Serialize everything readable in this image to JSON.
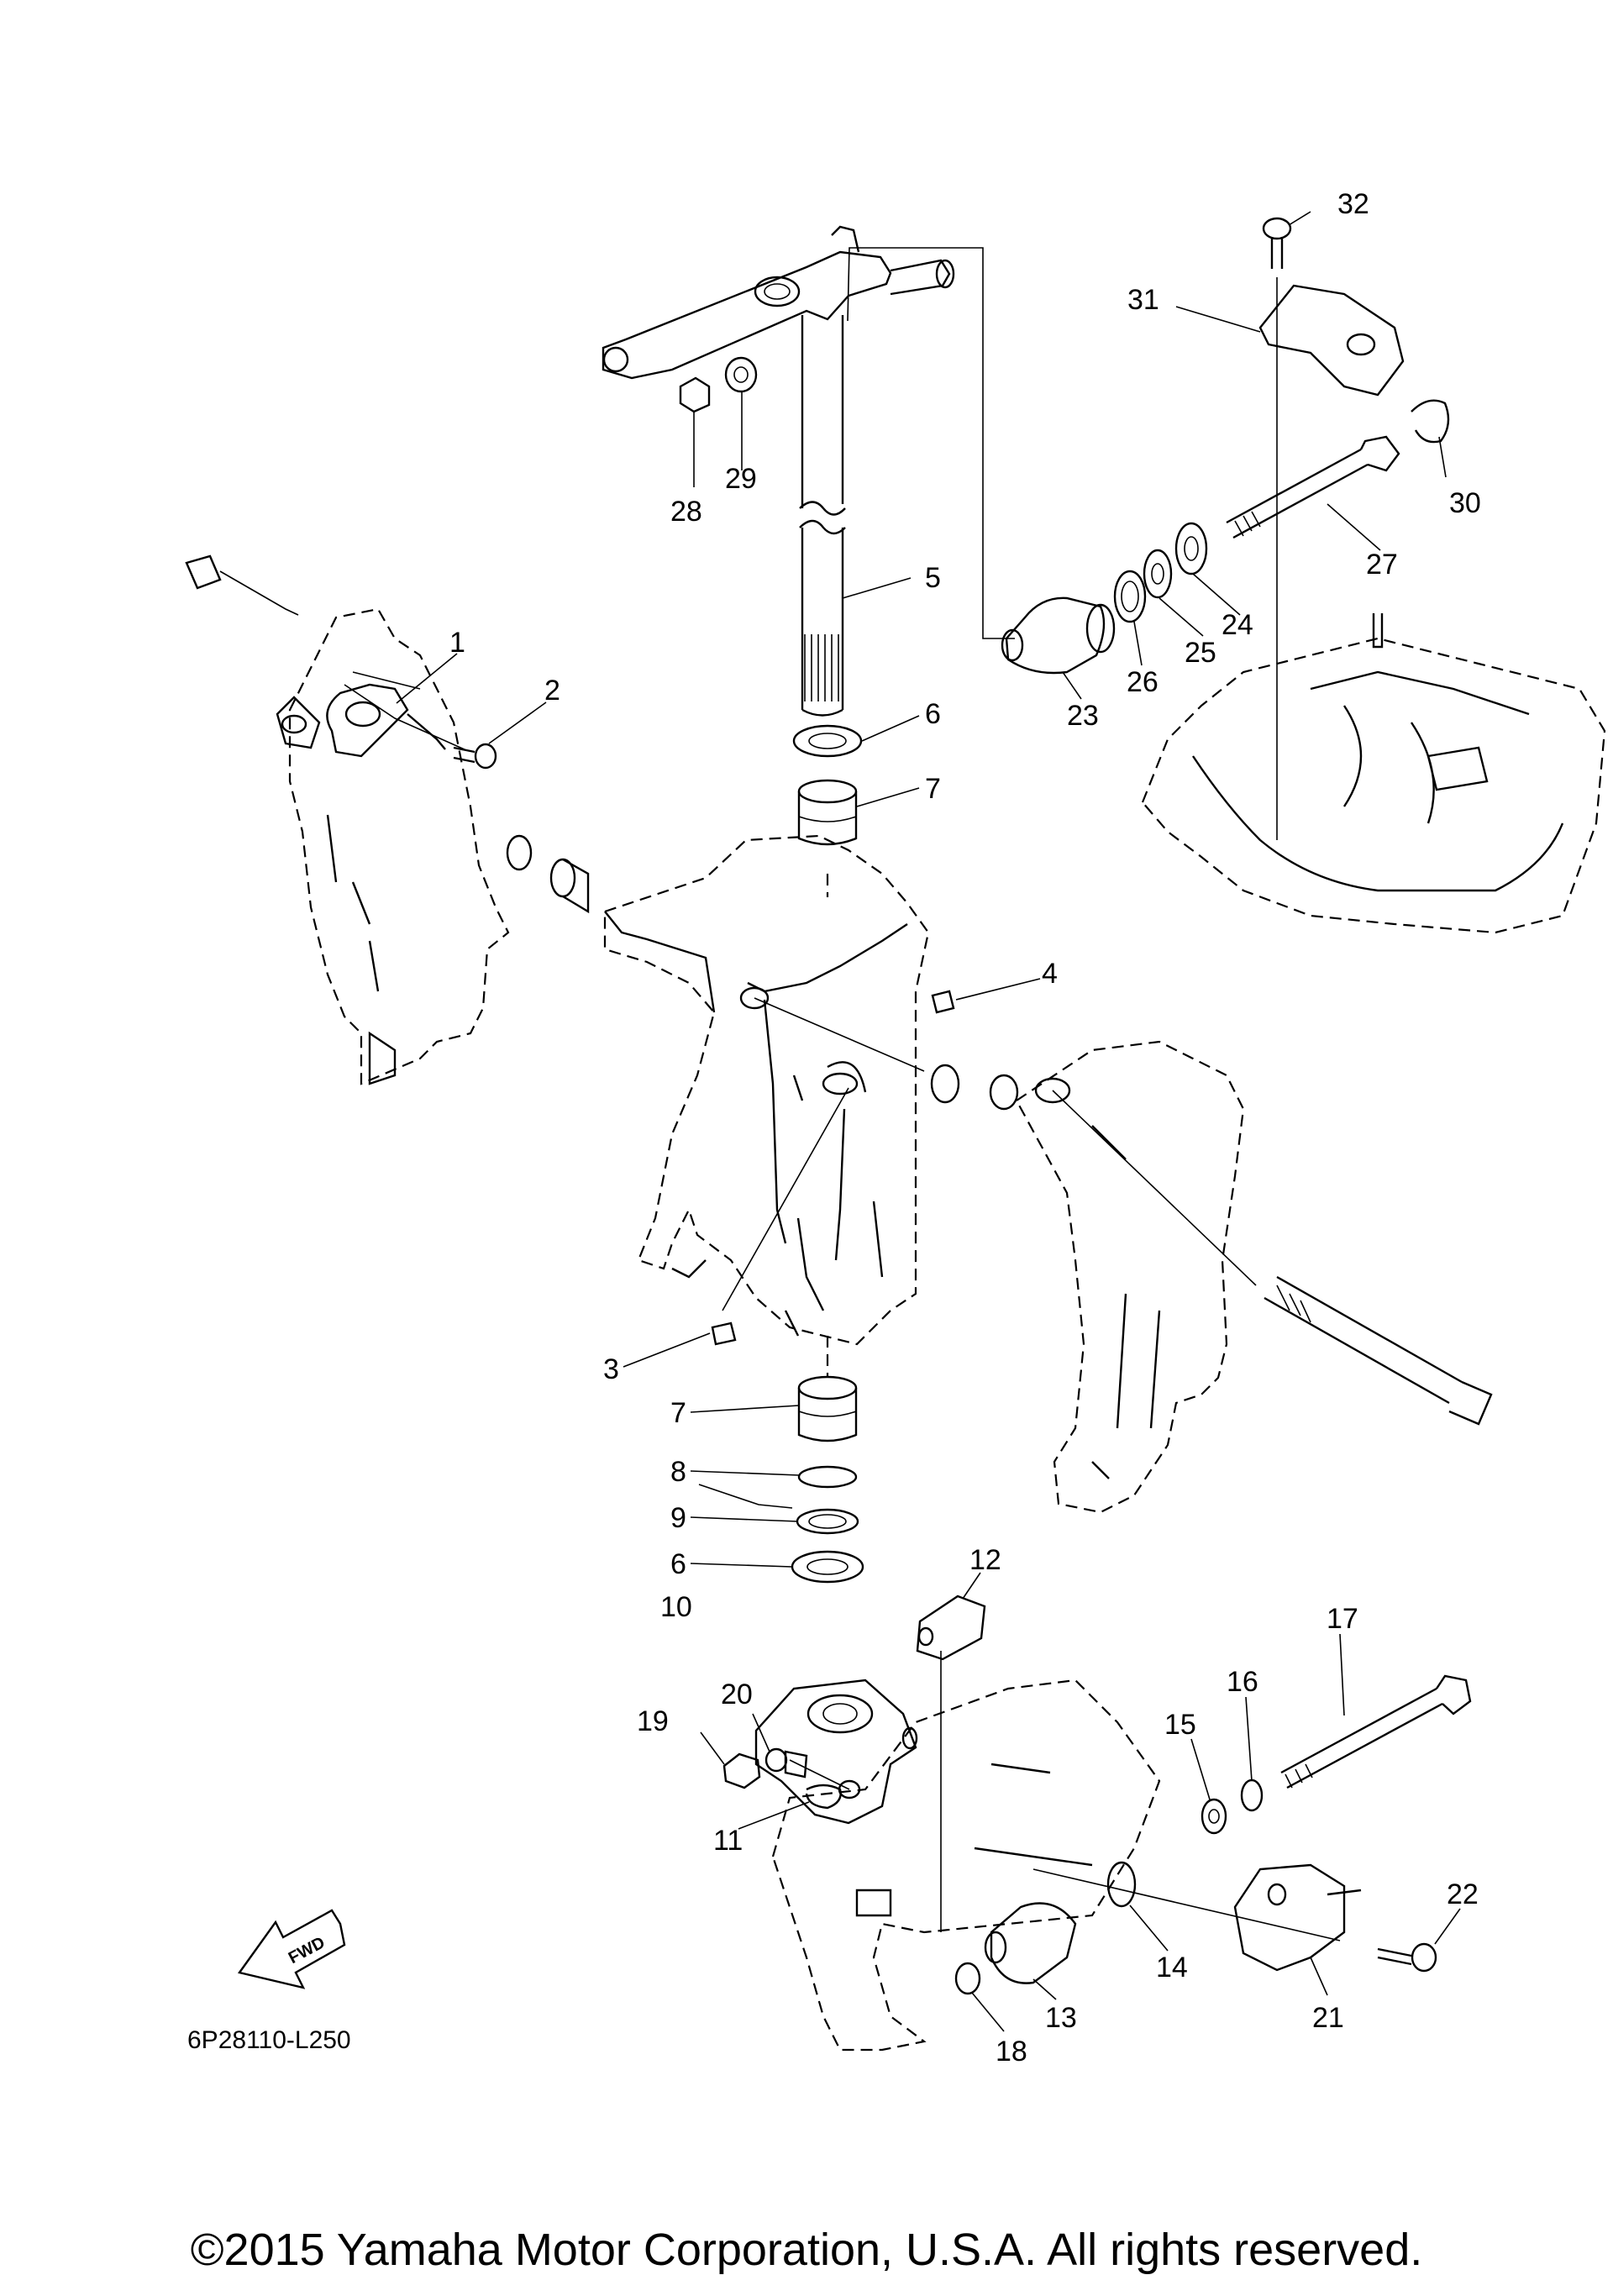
{
  "callouts": [
    {
      "id": "1",
      "text": "1"
    },
    {
      "id": "2",
      "text": "2"
    },
    {
      "id": "3",
      "text": "3"
    },
    {
      "id": "4",
      "text": "4"
    },
    {
      "id": "5",
      "text": "5"
    },
    {
      "id": "6a",
      "text": "6"
    },
    {
      "id": "6b",
      "text": "6"
    },
    {
      "id": "7a",
      "text": "7"
    },
    {
      "id": "7b",
      "text": "7"
    },
    {
      "id": "8",
      "text": "8"
    },
    {
      "id": "9",
      "text": "9"
    },
    {
      "id": "10",
      "text": "10"
    },
    {
      "id": "11",
      "text": "11"
    },
    {
      "id": "12",
      "text": "12"
    },
    {
      "id": "13",
      "text": "13"
    },
    {
      "id": "14",
      "text": "14"
    },
    {
      "id": "15",
      "text": "15"
    },
    {
      "id": "16",
      "text": "16"
    },
    {
      "id": "17",
      "text": "17"
    },
    {
      "id": "18",
      "text": "18"
    },
    {
      "id": "19",
      "text": "19"
    },
    {
      "id": "20",
      "text": "20"
    },
    {
      "id": "21",
      "text": "21"
    },
    {
      "id": "22",
      "text": "22"
    },
    {
      "id": "23",
      "text": "23"
    },
    {
      "id": "24",
      "text": "24"
    },
    {
      "id": "25",
      "text": "25"
    },
    {
      "id": "26",
      "text": "26"
    },
    {
      "id": "27",
      "text": "27"
    },
    {
      "id": "28",
      "text": "28"
    },
    {
      "id": "29",
      "text": "29"
    },
    {
      "id": "30",
      "text": "30"
    },
    {
      "id": "31",
      "text": "31"
    },
    {
      "id": "32",
      "text": "32"
    }
  ],
  "fwd_label": "FWD",
  "diagram_code": "6P28110-L250",
  "copyright": "©2015 Yamaha Motor Corporation, U.S.A. All rights reserved."
}
